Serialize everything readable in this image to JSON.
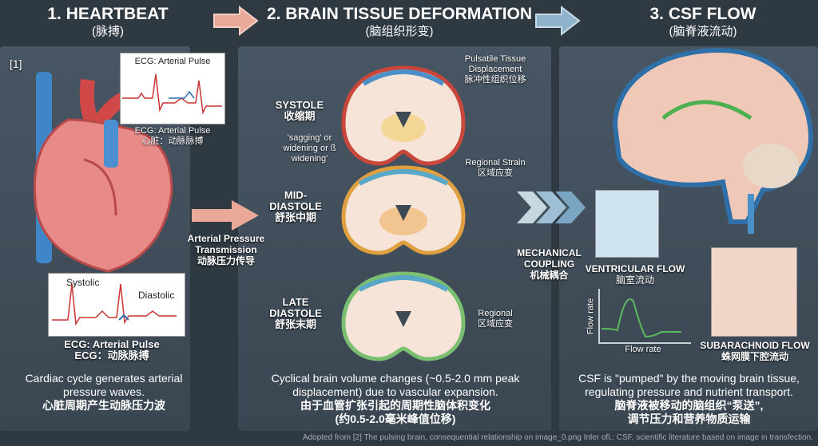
{
  "sections": [
    {
      "title": "1. HEARTBEAT",
      "title_zh": "(脉搏)"
    },
    {
      "title": "2. BRAIN TISSUE DEFORMATION",
      "title_zh": "(脑组织形变)"
    },
    {
      "title": "3. CSF FLOW",
      "title_zh": "(脑脊液流动)"
    }
  ],
  "heart": {
    "ref": "[1]",
    "ecg_top_title": "ECG: Arterial Pulse",
    "ecg_top_caption": "ECG: Arterial Pulse",
    "ecg_top_caption_zh": "心脏：动脉脉搏",
    "ecg_bottom_systolic": "Systolic",
    "ecg_bottom_diastolic": "Diastolic",
    "ecg_bottom_caption": "ECG: Arterial Pulse",
    "ecg_bottom_caption_zh": "ECG：动脉脉搏",
    "caption": "Cardiac cycle generates arterial pressure waves.",
    "caption_zh": "心脏周期产生动脉压力波"
  },
  "transmission": {
    "label": "Arterial Pressure Transmission",
    "label_zh": "动脉压力传导"
  },
  "brain": {
    "phases": [
      {
        "name": "SYSTOLE",
        "name_zh": "收缩期"
      },
      {
        "name": "MID-DIASTOLE",
        "name_zh": "舒张中期"
      },
      {
        "name": "LATE DIASTOLE",
        "name_zh": "舒张末期"
      }
    ],
    "pulsatile": "Pulsatile Tissue Displacement",
    "pulsatile_zh": "脉冲性组织位移",
    "sagging": "'sagging' or widening or ß widening'",
    "strain1": "Regional Strain",
    "strain1_zh": "区域应变",
    "strain2": "Regional",
    "strain2_zh": "区域应变",
    "caption": "Cyclical brain volume changes (~0.5-2.0 mm peak displacement) due to vascular expansion.",
    "caption_zh1": "由于血管扩张引起的周期性脑体积变化",
    "caption_zh2": "(约0.5-2.0毫米峰值位移)"
  },
  "coupling": {
    "label": "MECHANICAL COUPLING",
    "label_zh": "机械耦合"
  },
  "csf": {
    "ventricular": "VENTRICULAR FLOW",
    "ventricular_zh": "脑室流动",
    "subarachnoid": "SUBARACHNOID FLOW",
    "subarachnoid_zh": "蛛网膜下腔流动",
    "graph_y": "Flow rate",
    "graph_x": "Flow rate",
    "caption": "CSF is \"pumped\" by the moving brain tissue, regulating pressure and nutrient transport.",
    "caption_zh1": "脑脊液被移动的脑组织“泵送”,",
    "caption_zh2": "调节压力和营养物质运输"
  },
  "footer": "Adopted from [2] The pulsing brain, consequential relationship on image_0.png Inler ofl.: CSF, scientific literature based on image in transfection.",
  "colors": {
    "bg": "#2f3942",
    "arrow_peach": "#f0b8a8",
    "arrow_blue": "#a8c8dc",
    "csf_green": "#4caf50",
    "csf_blue": "#2f7fc1"
  }
}
